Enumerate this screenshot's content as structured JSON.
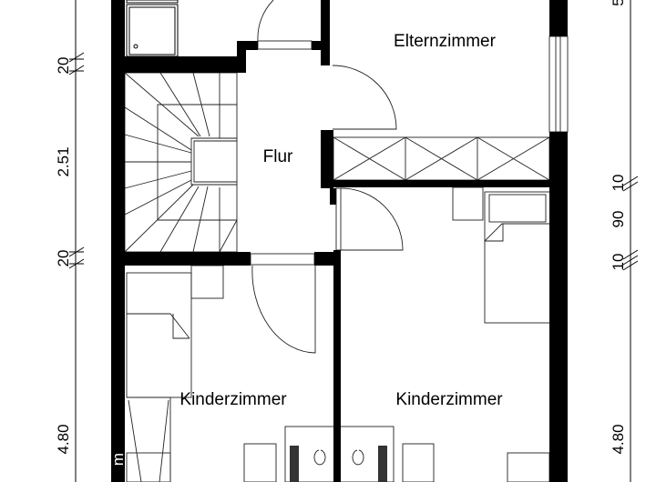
{
  "rooms": {
    "parents": "Elternzimmer",
    "hall": "Flur",
    "child_left": "Kinderzimmer",
    "child_right": "Kinderzimmer"
  },
  "dimensions": {
    "left": [
      "20",
      "2.51",
      "20",
      "4.80"
    ],
    "right": [
      "10",
      "90",
      "10",
      "4.80"
    ],
    "partial_left_unit": "m",
    "partial_top_right": "5"
  },
  "colors": {
    "wall": "#000000",
    "line": "#222222",
    "background": "#ffffff"
  }
}
